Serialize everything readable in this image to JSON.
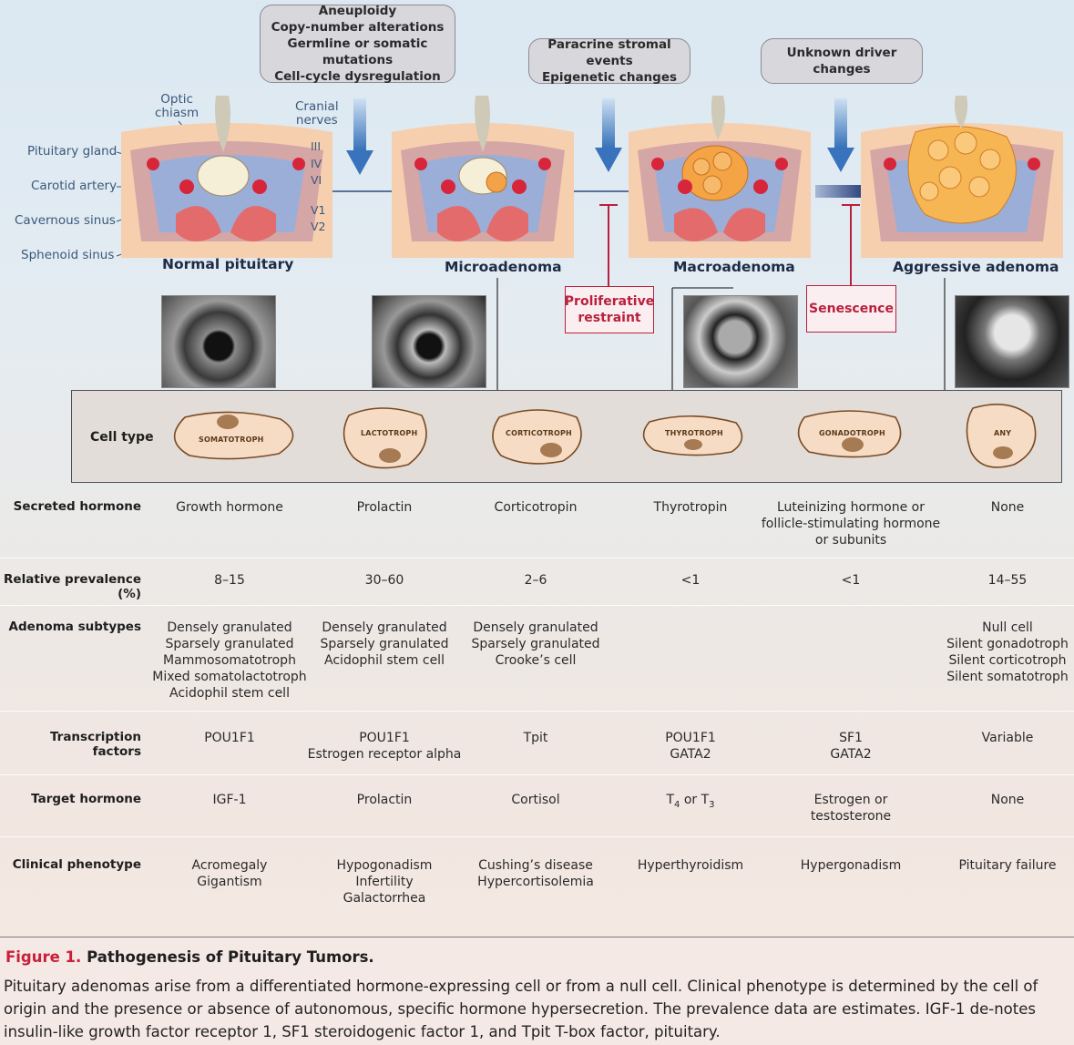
{
  "driver_boxes": [
    {
      "lines": [
        "Aneuploidy",
        "Copy-number alterations",
        "Germline or somatic mutations",
        "Cell-cycle dysregulation"
      ]
    },
    {
      "lines": [
        "Paracrine stromal events",
        "Epigenetic changes"
      ]
    },
    {
      "lines": [
        "Unknown driver changes"
      ]
    }
  ],
  "restraints": [
    {
      "lines": [
        "Proliferative",
        "restraint"
      ]
    },
    {
      "lines": [
        "Senescence"
      ]
    }
  ],
  "stages": [
    "Normal pituitary",
    "Microadenoma",
    "Macroadenoma",
    "Aggressive adenoma"
  ],
  "anatomy_labels": {
    "optic_chiasm": [
      "Optic",
      "chiasm"
    ],
    "cranial_nerves": [
      "Cranial",
      "nerves"
    ],
    "pituitary_gland": "Pituitary gland",
    "carotid_artery": "Carotid artery",
    "cavernous_sinus": "Cavernous sinus",
    "sphenoid_sinus": "Sphenoid sinus",
    "nerve_numerals": [
      "III",
      "IV",
      "VI",
      "V1",
      "V2"
    ]
  },
  "cell_type_label": "Cell type",
  "cell_types": [
    "SOMATOTROPH",
    "LACTOTROPH",
    "CORTICOTROPH",
    "THYROTROPH",
    "GONADOTROPH",
    "ANY"
  ],
  "rows": {
    "secreted_hormone": {
      "label": "Secreted hormone",
      "values": [
        [
          "Growth hormone"
        ],
        [
          "Prolactin"
        ],
        [
          "Corticotropin"
        ],
        [
          "Thyrotropin"
        ],
        [
          "Luteinizing hormone or",
          "follicle-stimulating hormone",
          "or subunits"
        ],
        [
          "None"
        ]
      ]
    },
    "relative_prevalence": {
      "label": "Relative prevalence (%)",
      "values": [
        [
          "8–15"
        ],
        [
          "30–60"
        ],
        [
          "2–6"
        ],
        [
          "<1"
        ],
        [
          "<1"
        ],
        [
          "14–55"
        ]
      ]
    },
    "adenoma_subtypes": {
      "label": "Adenoma subtypes",
      "values": [
        [
          "Densely granulated",
          "Sparsely granulated",
          "Mammosomatotroph",
          "Mixed somatolactotroph",
          "Acidophil stem cell"
        ],
        [
          "Densely granulated",
          "Sparsely granulated",
          "Acidophil stem cell"
        ],
        [
          "Densely granulated",
          "Sparsely granulated",
          "Crooke’s cell"
        ],
        [],
        [],
        [
          "Null cell",
          "Silent gonadotroph",
          "Silent corticotroph",
          "Silent somatotroph"
        ]
      ]
    },
    "transcription_factors": {
      "label": "Transcription factors",
      "values": [
        [
          "POU1F1"
        ],
        [
          "POU1F1",
          "Estrogen receptor alpha"
        ],
        [
          "Tpit"
        ],
        [
          "POU1F1",
          "GATA2"
        ],
        [
          "SF1",
          "GATA2"
        ],
        [
          "Variable"
        ]
      ]
    },
    "target_hormone": {
      "label": "Target hormone",
      "values": [
        [
          "IGF-1"
        ],
        [
          "Prolactin"
        ],
        [
          "Cortisol"
        ],
        [
          "T4 or T3"
        ],
        [
          "Estrogen or",
          "testosterone"
        ],
        [
          "None"
        ]
      ]
    },
    "clinical_phenotype": {
      "label": "Clinical phenotype",
      "values": [
        [
          "Acromegaly",
          "Gigantism"
        ],
        [
          "Hypogonadism",
          "Infertility",
          "Galactorrhea"
        ],
        [
          "Cushing’s disease",
          "Hypercortisolemia"
        ],
        [
          "Hyperthyroidism"
        ],
        [
          "Hypergonadism"
        ],
        [
          "Pituitary failure"
        ]
      ]
    }
  },
  "target_hormone_thyro": {
    "t": "T",
    "sub1": "4",
    "or": " or T",
    "sub2": "3"
  },
  "caption": {
    "figure_label": "Figure 1.",
    "title": "Pathogenesis of Pituitary Tumors.",
    "body": "Pituitary adenomas arise from a differentiated hormone-expressing cell or from a null cell. Clinical phenotype is determined by the cell of origin and the presence or absence of autonomous, specific hormone hypersecretion. The prevalence data are estimates. IGF-1 de-notes insulin-like growth factor receptor 1, SF1 steroidogenic factor 1, and Tpit T-box factor, pituitary."
  },
  "colors": {
    "accent_red": "#c8203a",
    "arrow_blue": "#3f78bf",
    "box_gray": "#d7d7dc"
  }
}
